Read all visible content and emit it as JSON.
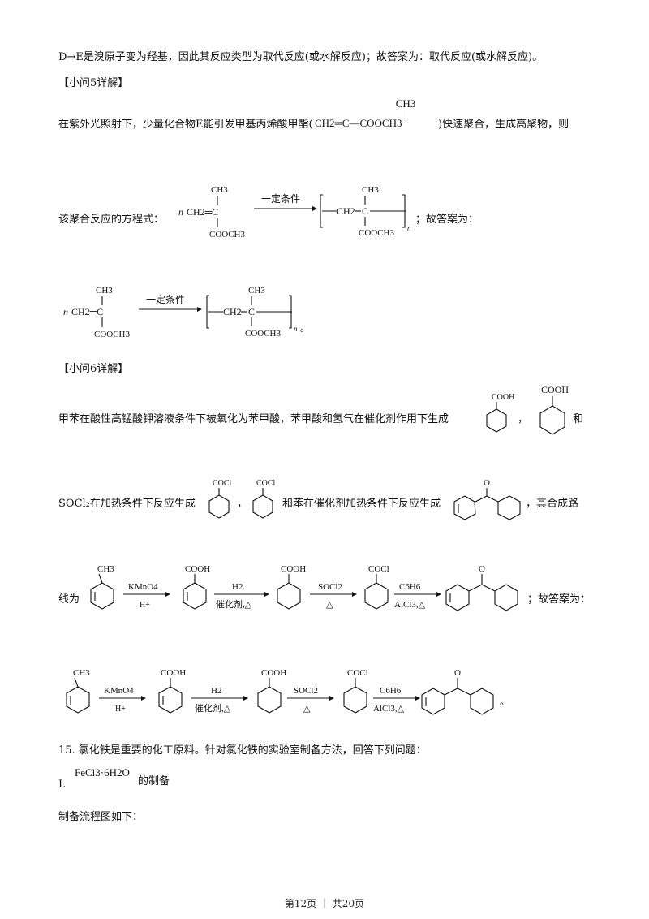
{
  "p_de": "D→E是溴原子变为羟基，因此其反应类型为取代反应(或水解反应)；故答案为：取代反应(或水解反应)。",
  "q5_heading": "【小问5详解】",
  "q5_text_a": "在紫外光照射下，少量化合物E能引发甲基丙烯酸甲酯(",
  "q5_text_b": ")快速聚合，生成高聚物，则",
  "mma": {
    "ch3": "CH3",
    "left": "CH2",
    "eq": "═",
    "c": "C",
    "dash": "—",
    "right": "COOCH3"
  },
  "poly_lead": "该聚合反应的方程式：",
  "poly_tail": "；故答案为：",
  "poly_end": "。",
  "poly_eq": {
    "n": "n",
    "ch2c": "CH2═C",
    "ch3": "CH3",
    "cooch3": "COOCH3",
    "cond": "一定条件",
    "chain_ch2": "CH2",
    "chain_c": "C",
    "sub_n": "n"
  },
  "q6_heading": "【小问6详解】",
  "q6_text_a": "甲苯在酸性高锰酸钾溶液条件下被氧化为苯甲酸，苯甲酸和氢气在催化剂作用下生成",
  "q6_comma": "，",
  "q6_and": "和",
  "q6_text_b": "SOCl₂在加热条件下反应生成",
  "q6_text_c": "和苯在催化剂加热条件下反应生成",
  "q6_text_d": "，其合成路",
  "q6_route_lead": "线为",
  "q6_route_tail": "；故答案为：",
  "q6_end": "。",
  "groups": {
    "cooh": "COOH",
    "cocl": "COCl",
    "ch3": "CH3",
    "o": "O"
  },
  "route": {
    "s1_top": "KMnO4",
    "s1_bot": "H+",
    "s2_top": "H2",
    "s2_bot": "催化剂,△",
    "s3_top": "SOCl2",
    "s3_bot": "△",
    "s4_top": "C6H6",
    "s4_bot": "AlCl3,△"
  },
  "q15": "15. 氯化铁是重要的化工原料。针对氯化铁的实验室制备方法，回答下列问题：",
  "roman1": "I.",
  "fecl3": "FeCl3·6H2O",
  "prep_suffix": "的制备",
  "flow_intro": "制备流程图如下：",
  "footer": "第12页 ｜ 共20页"
}
